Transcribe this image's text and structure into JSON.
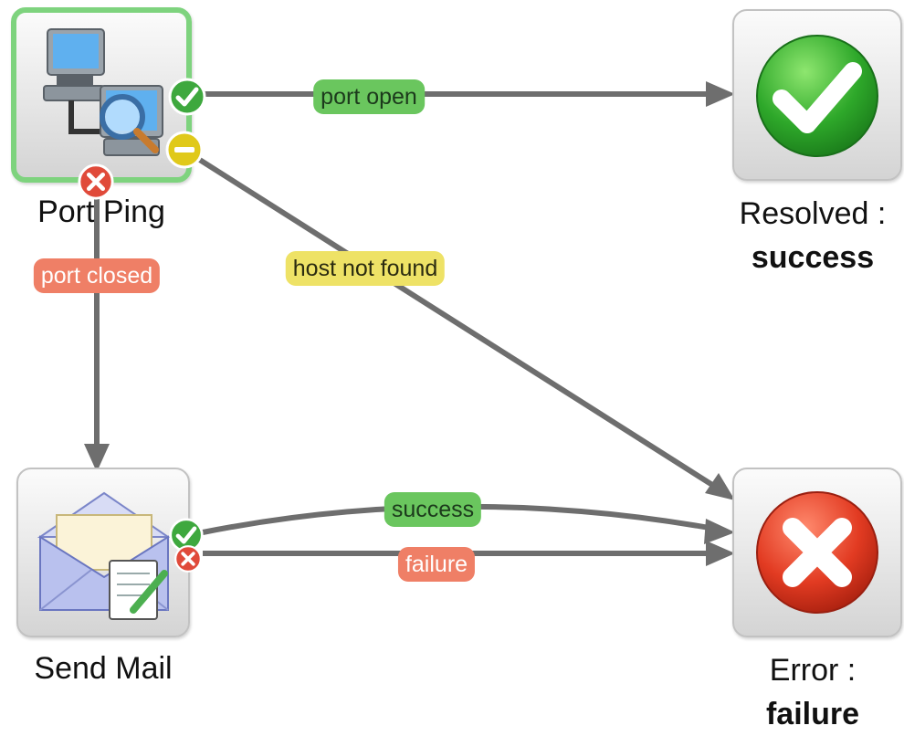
{
  "nodes": {
    "port_ping": {
      "label": "Port Ping",
      "icon": "network-computers-icon",
      "selected": true
    },
    "resolved": {
      "label_line1": "Resolved :",
      "label_line2": "success",
      "icon": "green-check-icon"
    },
    "send_mail": {
      "label": "Send Mail",
      "icon": "mail-envelope-icon"
    },
    "error": {
      "label_line1": "Error :",
      "label_line2": "failure",
      "icon": "red-x-icon"
    }
  },
  "edges": {
    "port_open": {
      "label": "port open",
      "from": "Port Ping",
      "to": "Resolved : success",
      "color": "#6ac65e"
    },
    "host_not_found": {
      "label": "host not found",
      "from": "Port Ping",
      "to": "Error : failure",
      "color": "#eee266"
    },
    "port_closed": {
      "label": "port closed",
      "from": "Port Ping",
      "to": "Send Mail",
      "color": "#ef7f66"
    },
    "success": {
      "label": "success",
      "from": "Send Mail",
      "to": "Error : failure",
      "color": "#6ac65e"
    },
    "failure": {
      "label": "failure",
      "from": "Send Mail",
      "to": "Error : failure",
      "color": "#ef7f66"
    }
  },
  "colors": {
    "connector": "#6e6e6e",
    "selected_border": "#7ed37e",
    "success_port": "#3ea83e",
    "failure_port": "#e04a3a",
    "warning_port": "#e0c91a"
  }
}
